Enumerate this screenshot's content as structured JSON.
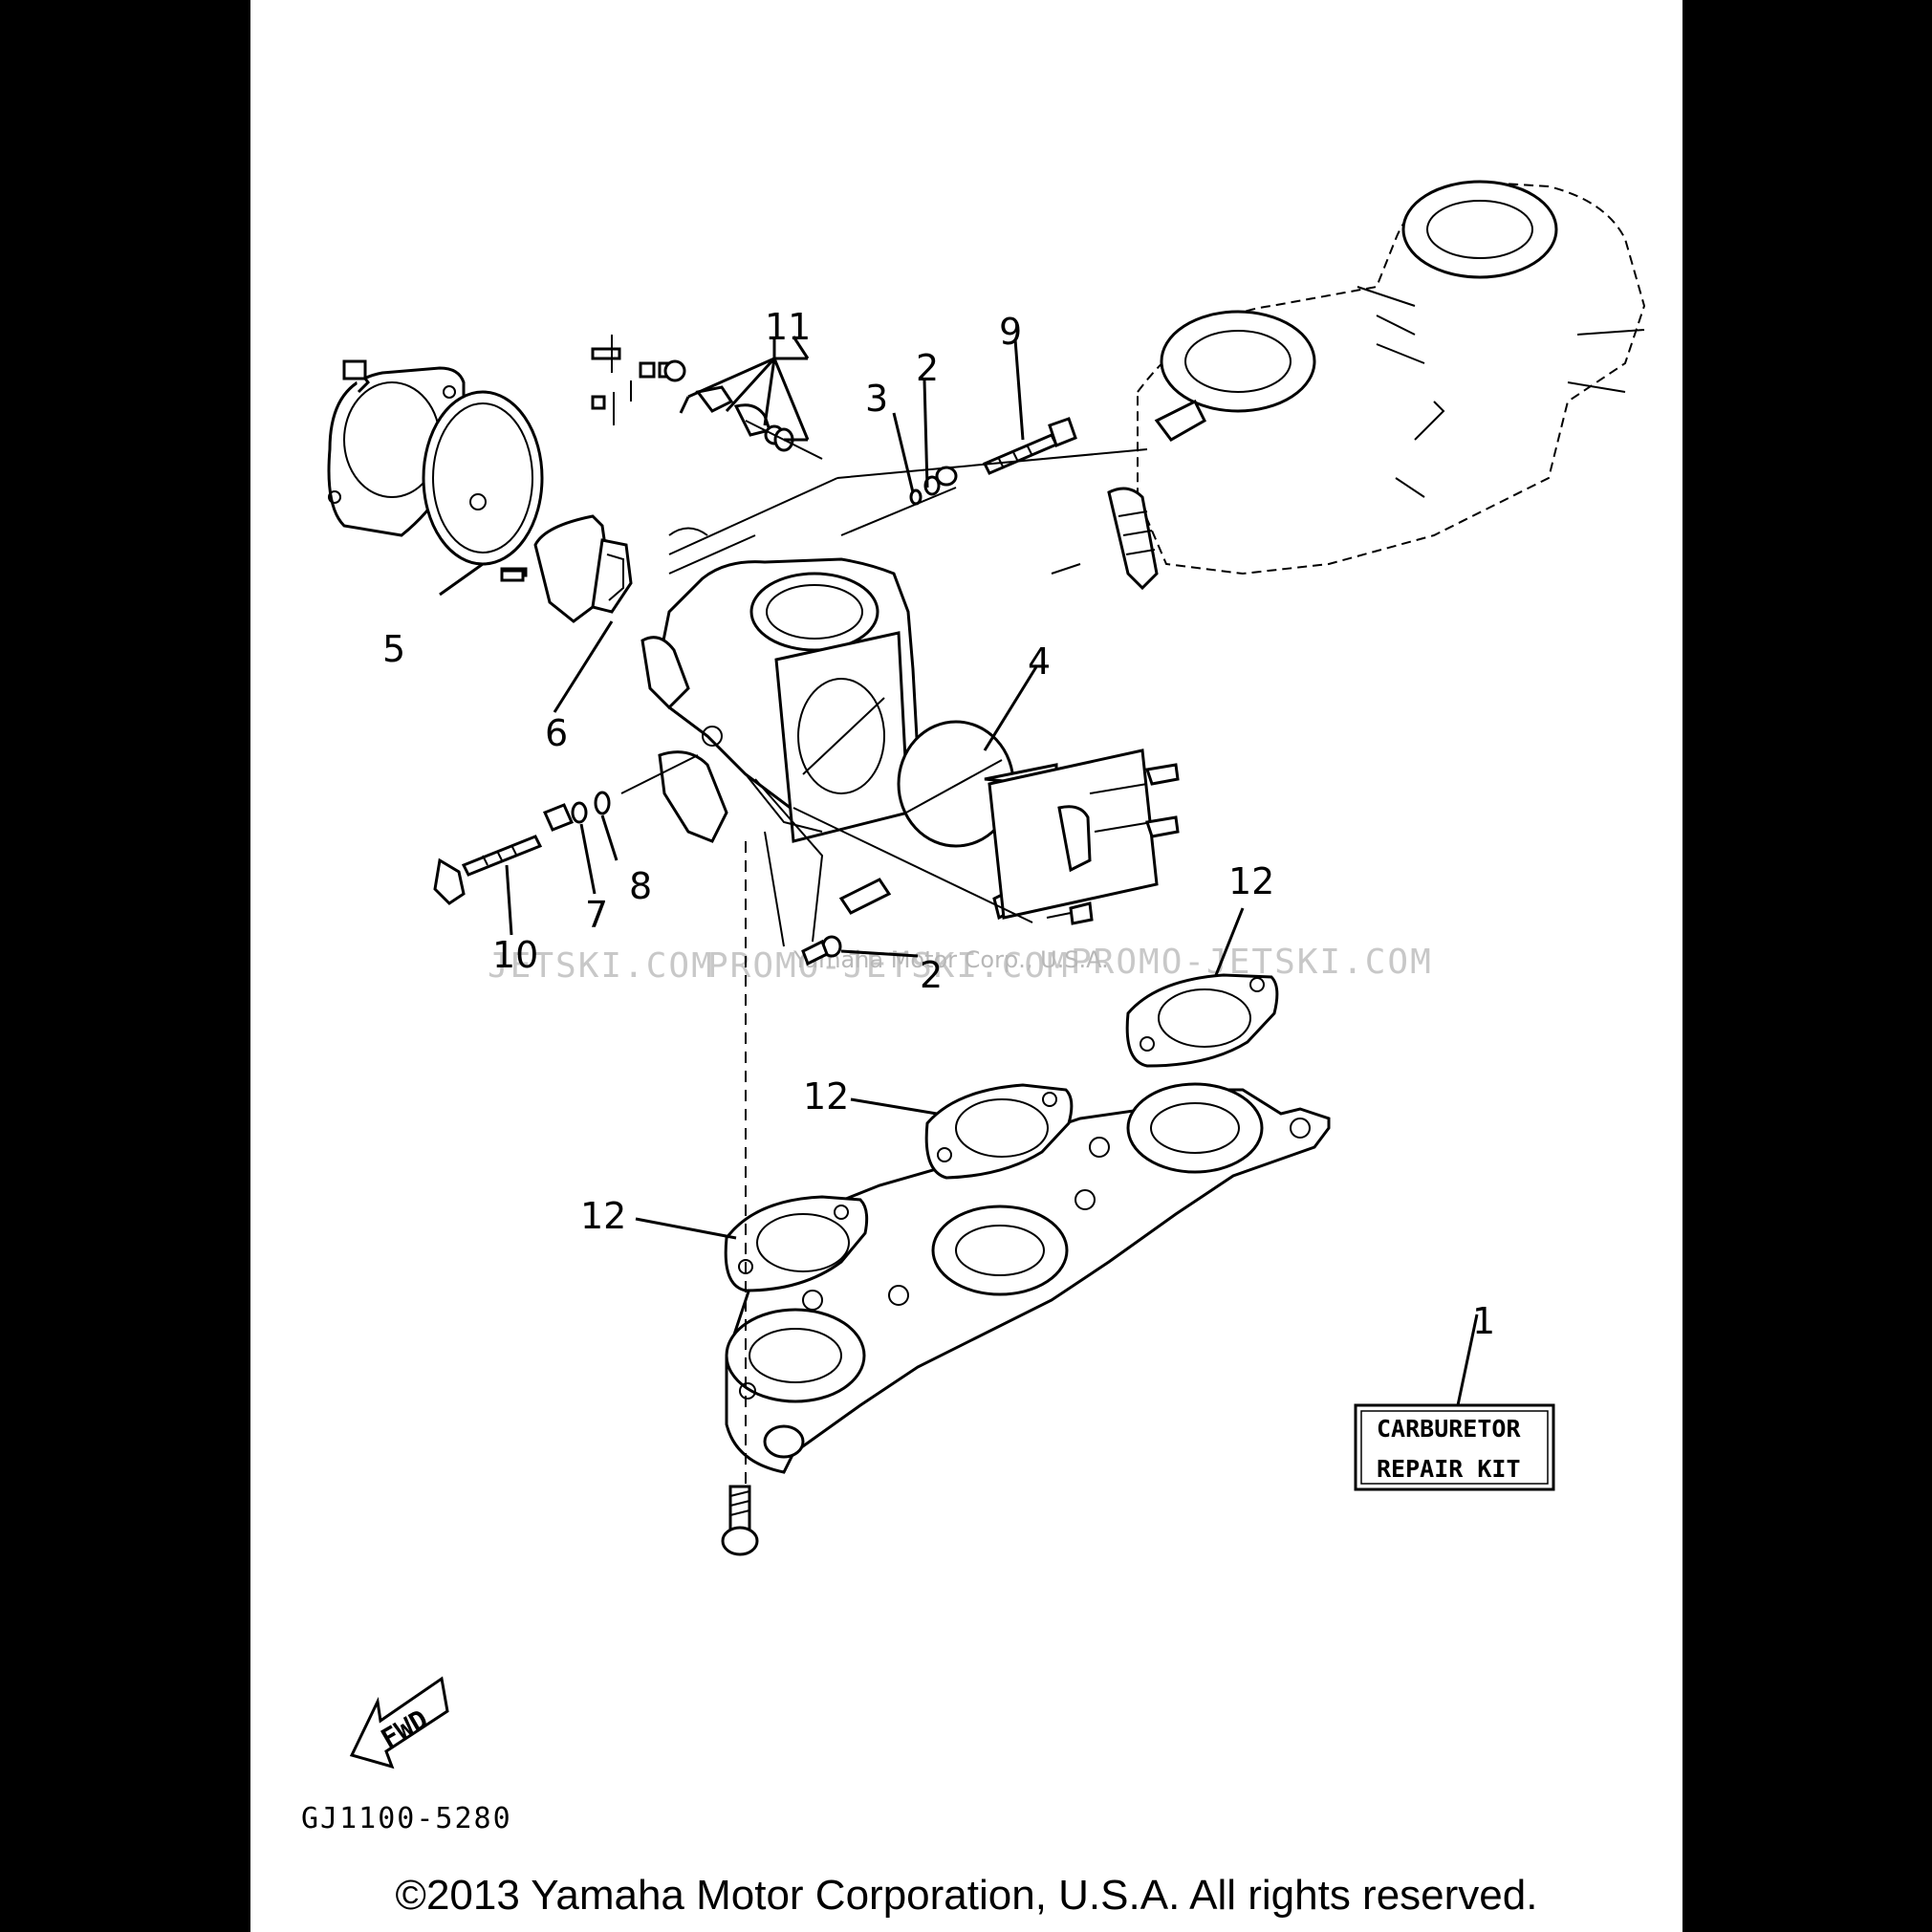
{
  "callouts": {
    "c1": "1",
    "c2a": "2",
    "c2b": "2",
    "c3": "3",
    "c4": "4",
    "c5": "5",
    "c6": "6",
    "c7": "7",
    "c8": "8",
    "c9": "9",
    "c10": "10",
    "c11": "11",
    "c12a": "12",
    "c12b": "12",
    "c12c": "12"
  },
  "kit_box": {
    "line1": "CARBURETOR",
    "line2": "REPAIR KIT"
  },
  "fwd_label": "FWD",
  "diagram_code": "GJ1100-5280",
  "watermark": {
    "left": "JETSKI.COM",
    "center": "PROMO-JETSKI.COM",
    "right": "PROMO-JETSKI.COM",
    "overlay": "Yamaha Motor Corp., U.S.A."
  },
  "copyright": "©2013 Yamaha Motor Corporation, U.S.A. All rights reserved."
}
